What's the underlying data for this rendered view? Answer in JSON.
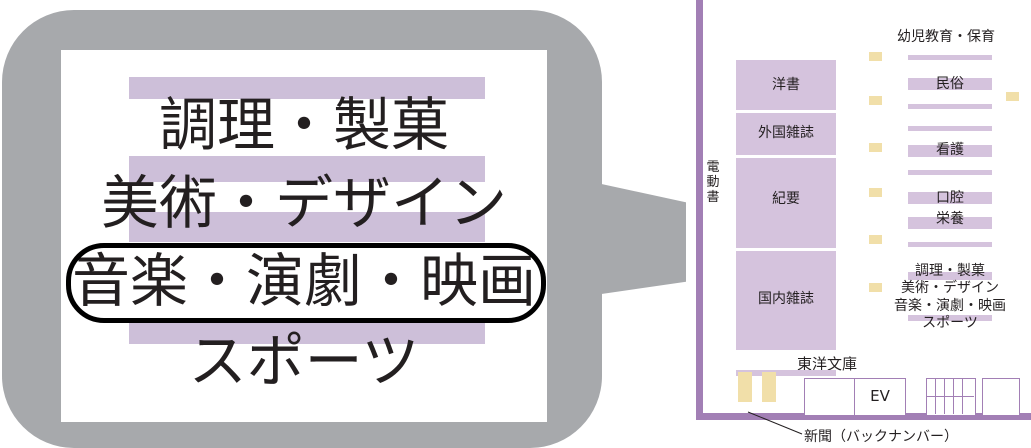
{
  "callout": {
    "zoom_labels": [
      "調理・製菓",
      "美術・デザイン",
      "音楽・演劇・映画",
      "スポーツ"
    ],
    "highlighted_label": "音楽・演劇・映画"
  },
  "floor_map": {
    "left_shelves": [
      "洋書",
      "外国雑誌",
      "紀要",
      "国内雑誌"
    ],
    "right_sections": {
      "early_childhood": "幼児教育・保育",
      "folklore": "民俗",
      "nursing": "看護",
      "oral": "口腔",
      "nutrition": "栄養"
    },
    "arts_labels": [
      "調理・製菓",
      "美術・デザイン",
      "音楽・演劇・映画",
      "スポーツ"
    ],
    "electronic_books_label": "電動書",
    "toyo_bunko": "東洋文庫",
    "elevator": "EV",
    "newspapers_label": "新聞（バックナンバー）"
  },
  "colors": {
    "callout_gray": "#a7a9ac",
    "shelf_lavender": "#d5c3dd",
    "wall_purple": "#a27fb5",
    "pillar_yellow": "#f1dfa9",
    "highlight_ring": "#000000"
  }
}
